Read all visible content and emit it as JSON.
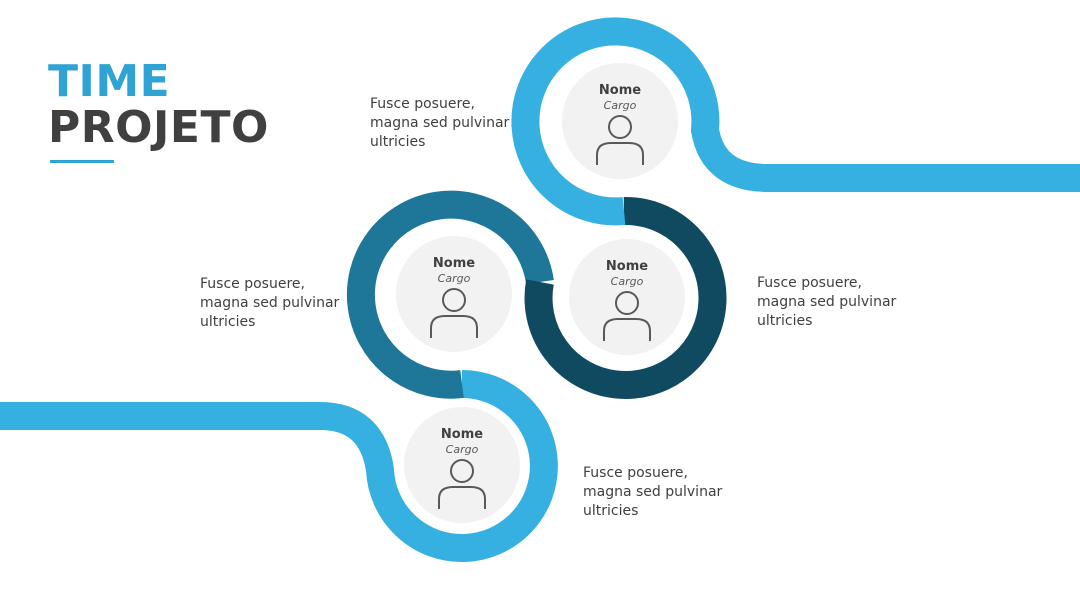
{
  "title": {
    "line1": "TIME",
    "line2": "PROJETO"
  },
  "colors": {
    "accent": "#2ea3d4",
    "path_light": "#35b0e0",
    "path_mid": "#1e7699",
    "path_dark": "#104a61",
    "title_dark": "#404040",
    "circle_fill": "#f2f2f2"
  },
  "members": [
    {
      "name": "Nome",
      "role": "Cargo",
      "icon": "person-icon",
      "description": "Fusce posuere, magna sed pulvinar ultricies"
    },
    {
      "name": "Nome",
      "role": "Cargo",
      "icon": "person-icon",
      "description": "Fusce posuere, magna sed pulvinar ultricies"
    },
    {
      "name": "Nome",
      "role": "Cargo",
      "icon": "person-icon",
      "description": "Fusce posuere, magna sed pulvinar ultricies"
    },
    {
      "name": "Nome",
      "role": "Cargo",
      "icon": "person-icon",
      "description": "Fusce posuere, magna sed pulvinar ultricies"
    }
  ]
}
